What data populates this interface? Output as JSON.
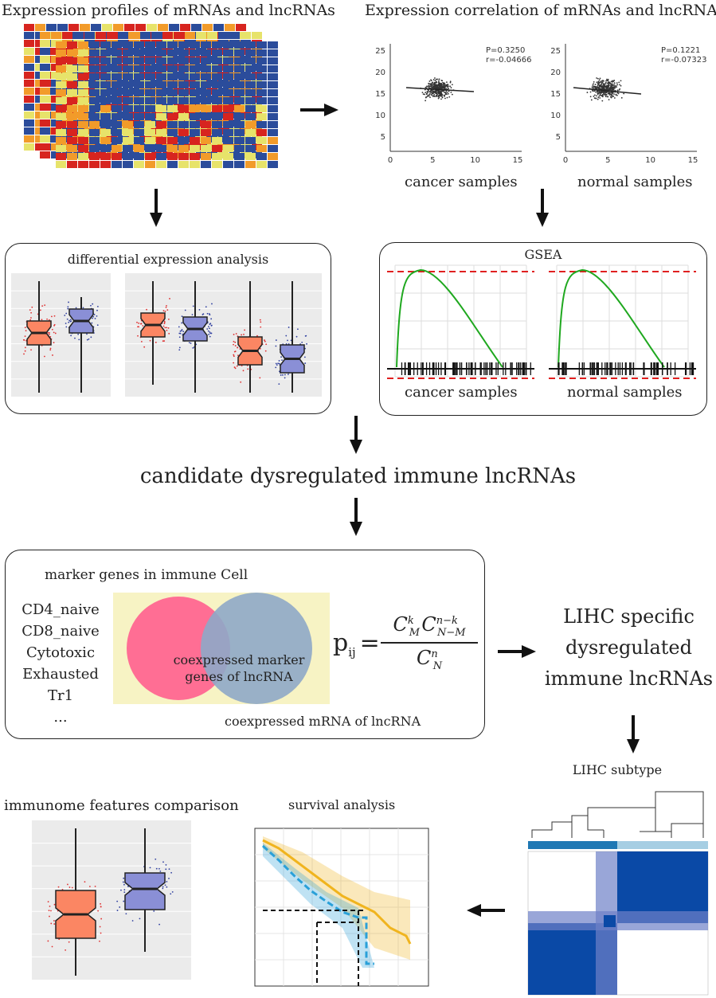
{
  "colors": {
    "heat_blue": "#2b4c9b",
    "heat_red": "#d7241f",
    "heat_orange": "#f29b2a",
    "heat_yellow": "#e7e36a",
    "box_orange": "#fb8663",
    "box_purple": "#8a8fd6",
    "gsea_green": "#1fa81f",
    "gsea_red_dash": "#e02020",
    "venn_pink": "#ff5f8f",
    "venn_blue": "#8ea8c8",
    "venn_bg": "#f7f3c4",
    "km_gold": "#f0b41e",
    "km_blue": "#2aa0d8",
    "matrix_blue": "#0a49a6"
  },
  "top_left": {
    "title": "Expression profiles of mRNAs and lncRNAs"
  },
  "top_right": {
    "title": "Expression correlation of mRNAs and lncRNAs",
    "cancer": {
      "p": "P=0.3250",
      "r": "r=-0.04666",
      "caption": "cancer samples"
    },
    "normal": {
      "p": "P=0.1221",
      "r": "r=-0.07323",
      "caption": "normal samples"
    },
    "y_ticks": [
      "25",
      "20",
      "15",
      "10",
      "5"
    ],
    "x_ticks": [
      "0",
      "5",
      "10",
      "15"
    ]
  },
  "dea": {
    "title": "differential expression analysis"
  },
  "gsea": {
    "title": "GSEA",
    "cancer_caption": "cancer samples",
    "normal_caption": "normal samples"
  },
  "candidate": "candidate dysregulated immune lncRNAs",
  "marker": {
    "title": "marker genes in immune Cell",
    "cells": [
      "CD4_naive",
      "CD8_naive",
      "Cytotoxic",
      "Exhausted",
      "Tr1",
      "..."
    ],
    "venn_inner_1": "coexpressed marker",
    "venn_inner_2": "genes of lncRNA",
    "bottom": "coexpressed mRNA of lncRNA",
    "formula_p": "p",
    "formula_sub": "ij"
  },
  "lihc_specific": [
    "LIHC specific",
    "dysregulated",
    "immune lncRNAs"
  ],
  "immunome": {
    "title": "immunome features comparison"
  },
  "survival": {
    "title": "survival analysis"
  },
  "subtype": {
    "title": "LIHC subtype"
  }
}
